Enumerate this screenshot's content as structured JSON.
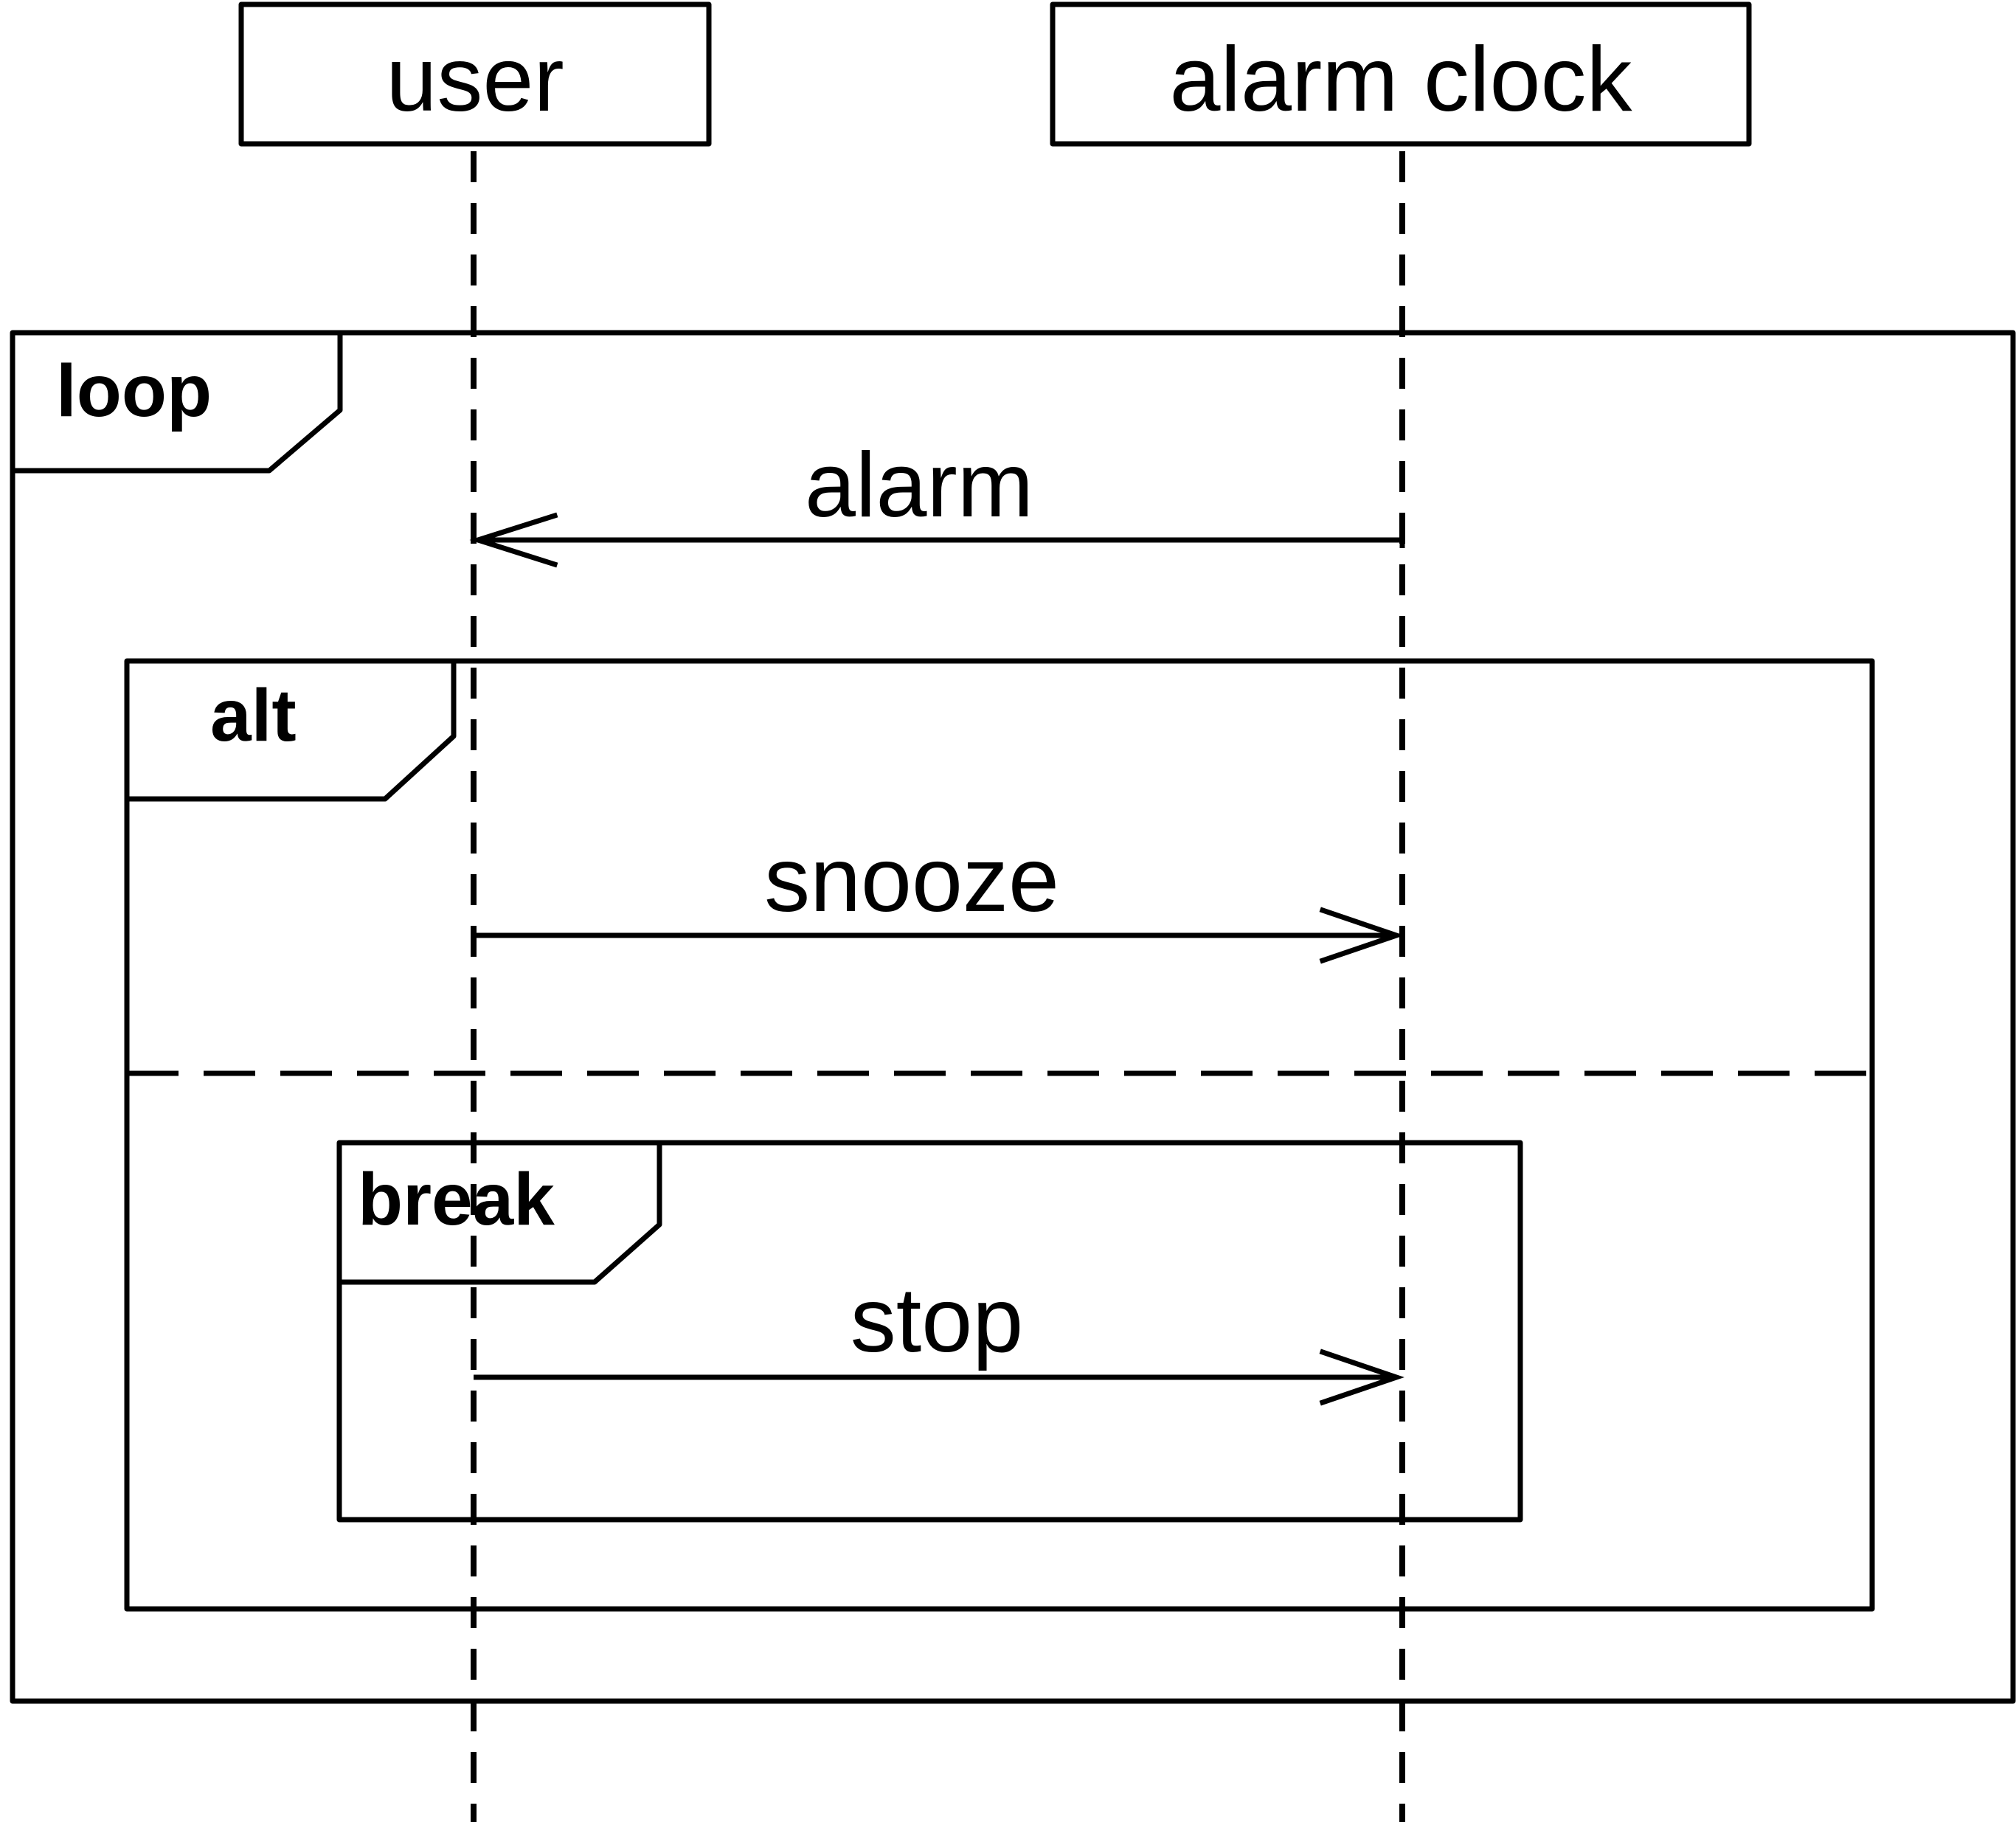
{
  "participants": [
    {
      "label": "user"
    },
    {
      "label": "alarm clock"
    }
  ],
  "frames": {
    "loop": {
      "operator": "loop"
    },
    "alt": {
      "operator": "alt"
    },
    "break": {
      "operator": "break"
    }
  },
  "messages": [
    {
      "label": "alarm",
      "from": "alarm clock",
      "to": "user"
    },
    {
      "label": "snooze",
      "from": "user",
      "to": "alarm clock"
    },
    {
      "label": "stop",
      "from": "user",
      "to": "alarm clock"
    }
  ],
  "colors": {
    "stroke": "#000000",
    "background": "#ffffff"
  }
}
